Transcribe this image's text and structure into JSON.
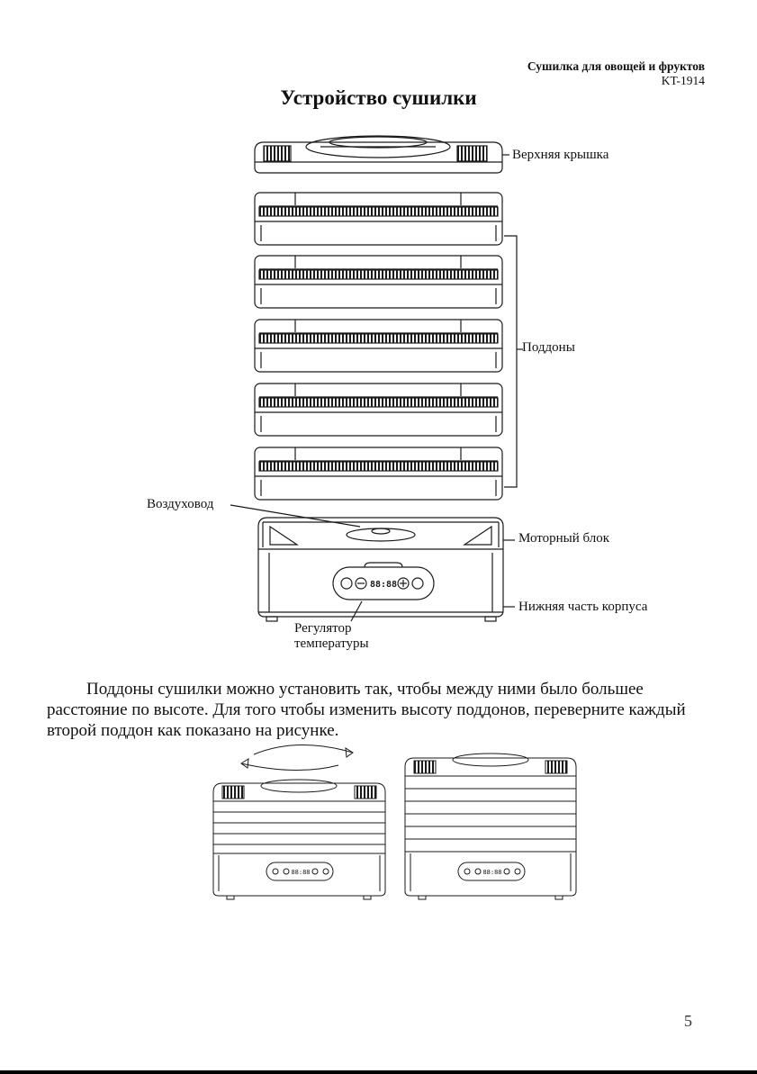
{
  "header": {
    "product_title": "Сушилка для овощей и фруктов",
    "model": "KT-1914"
  },
  "page_title": "Устройство сушилки",
  "diagram_labels": {
    "top_lid": "Верхняя крышка",
    "trays": "Поддоны",
    "air_duct": "Воздуховод",
    "motor_block": "Моторный блок",
    "body_bottom": "Нижняя часть корпуса",
    "temp_regulator_line1": "Регулятор",
    "temp_regulator_line2": "температуры"
  },
  "panel_display": "88:88",
  "instruction_text": "Поддоны сушилки можно установить так, чтобы между ними было большее расстояние по высоте. Для того чтобы изменить высоту поддонов, переверните каждый второй поддон как показано на рисунке.",
  "page_number": "5",
  "colors": {
    "line": "#1a1a1a",
    "fill": "#ffffff",
    "grille": "#222222"
  },
  "icons": [
    "rotate-arrows-icon",
    "power-icon",
    "minus-icon",
    "plus-icon",
    "timer-icon"
  ]
}
